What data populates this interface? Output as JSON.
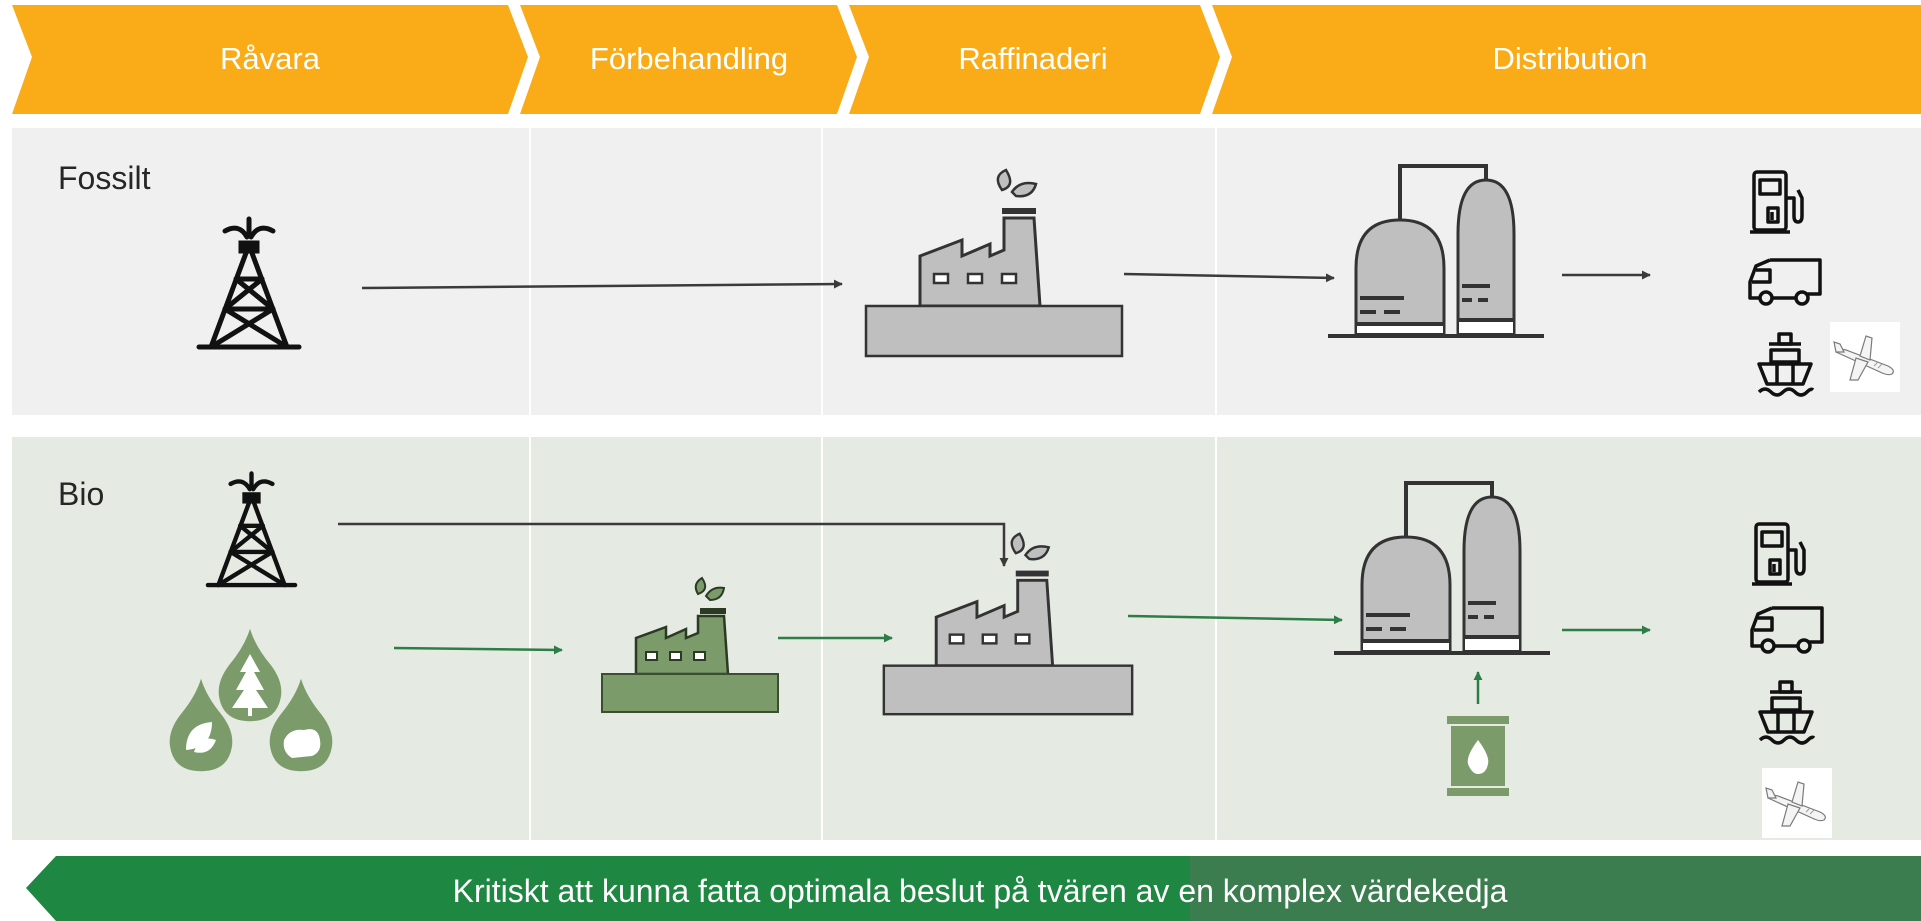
{
  "stages": [
    {
      "label": "Råvara"
    },
    {
      "label": "Förbehandling"
    },
    {
      "label": "Raffinaderi"
    },
    {
      "label": "Distribution"
    }
  ],
  "rows": [
    {
      "label": "Fossilt"
    },
    {
      "label": "Bio"
    }
  ],
  "footer": {
    "text": "Kritiskt att kunna fatta optimala beslut på tvären av en komplex värdekedja"
  },
  "colors": {
    "stage_chevron": "#FAAC18",
    "fossil_band": "#F0F0F0",
    "bio_band": "#E5EAE3",
    "footer_dark": "#1E8741",
    "footer_light": "#3C7D50",
    "bio_green": "#7B9B6A",
    "bio_green_dark": "#6A8F5C",
    "equipment_gray": "#BFBFBF",
    "outline": "#3A3A3A",
    "fossil_arrow": "#3A3A3A",
    "bio_arrow": "#2E7D46"
  },
  "icons": {
    "oil_rig": "oil-rig-icon",
    "factory": "factory-icon",
    "refinery_tanks": "refinery-tanks-icon",
    "fuel_pump": "fuel-pump-icon",
    "truck": "truck-icon",
    "ship": "ship-icon",
    "airplane": "airplane-icon",
    "biomass_drops": "biomass-drops-icon",
    "barrel": "oil-barrel-icon"
  }
}
